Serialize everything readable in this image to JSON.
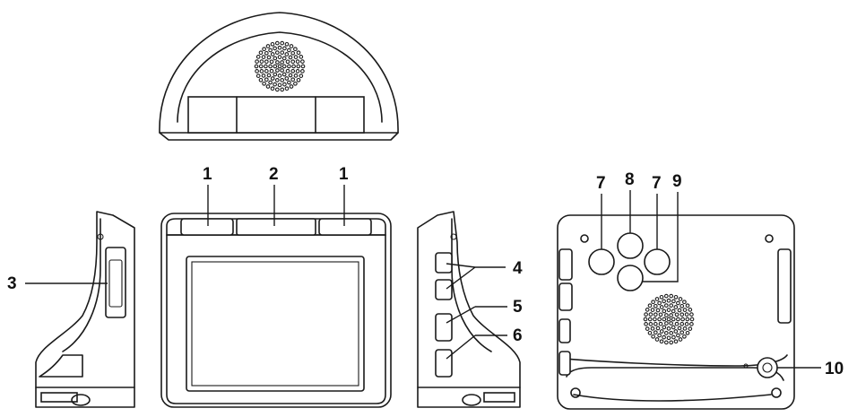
{
  "labels": {
    "l1_left": "1",
    "l2": "2",
    "l1_right": "1",
    "l3": "3",
    "l4": "4",
    "l5": "5",
    "l6": "6",
    "l7_left": "7",
    "l8": "8",
    "l7_right": "7",
    "l9": "9",
    "l10": "10"
  }
}
